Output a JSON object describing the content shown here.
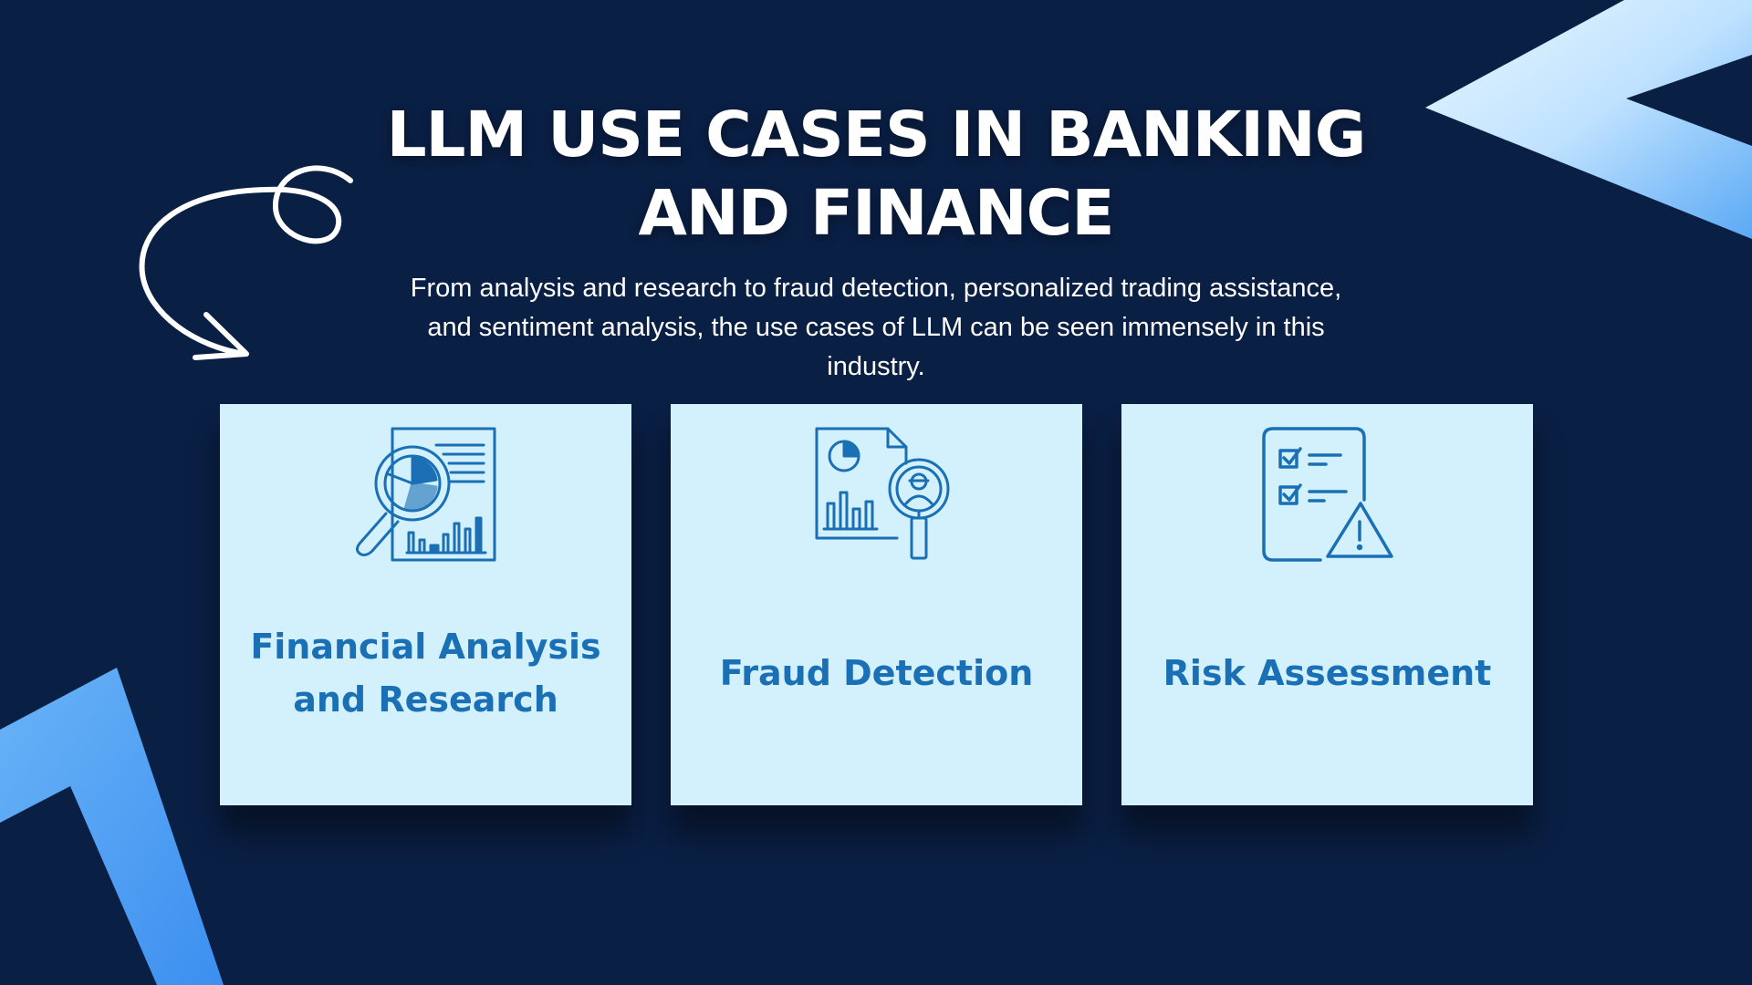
{
  "slide": {
    "title": "LLM USE CASES IN BANKING AND FINANCE",
    "subtitle": "From analysis and research to fraud detection, personalized trading assistance, and sentiment analysis, the use cases of LLM can be seen immensely in this industry."
  },
  "cards": [
    {
      "label": "Financial Analysis and Research",
      "icon": "financial-report-magnifier-icon"
    },
    {
      "label": "Fraud Detection",
      "icon": "fraud-detection-icon"
    },
    {
      "label": "Risk Assessment",
      "icon": "risk-checklist-warning-icon"
    }
  ],
  "colors": {
    "background": "#0a1f44",
    "card": "#d2f1fd",
    "accent": "#1a6fb5",
    "text": "#ffffff"
  }
}
